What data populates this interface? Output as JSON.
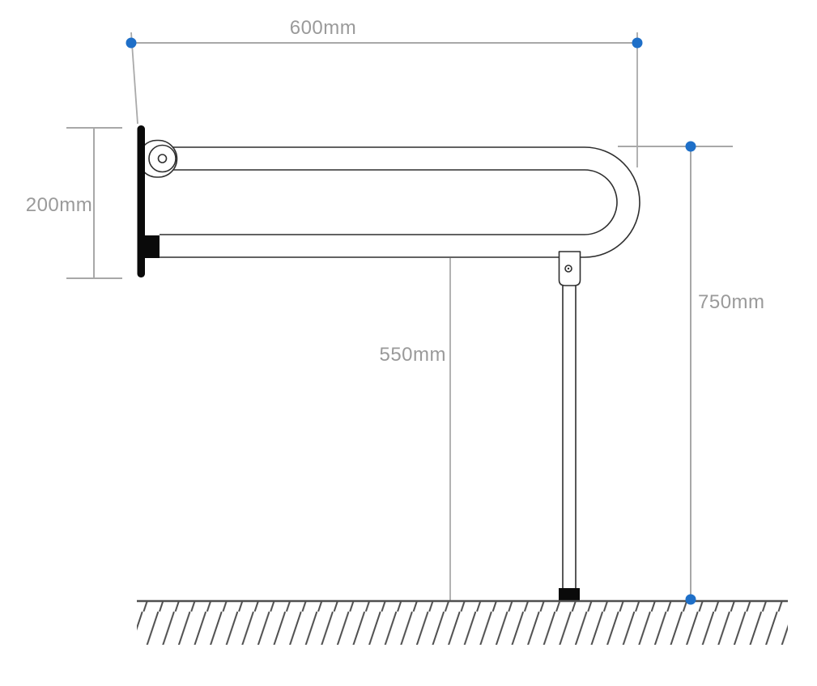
{
  "drawing": {
    "kind": "technical-dimension-drawing",
    "dimensions": {
      "top_width": {
        "text": "600mm",
        "value_mm": 600
      },
      "wall_plate_height": {
        "text": "200mm",
        "value_mm": 200
      },
      "underbar_clearance": {
        "text": "550mm",
        "value_mm": 550
      },
      "overall_height": {
        "text": "750mm",
        "value_mm": 750
      }
    },
    "colors": {
      "linework": "#2f2f2f",
      "dimension_gray": "#a8a8a8",
      "label_gray": "#9a9a9a",
      "marker_blue": "#1e6fc8",
      "solid_black": "#0a0a0a",
      "floor_gray": "#4f4f4f"
    }
  }
}
